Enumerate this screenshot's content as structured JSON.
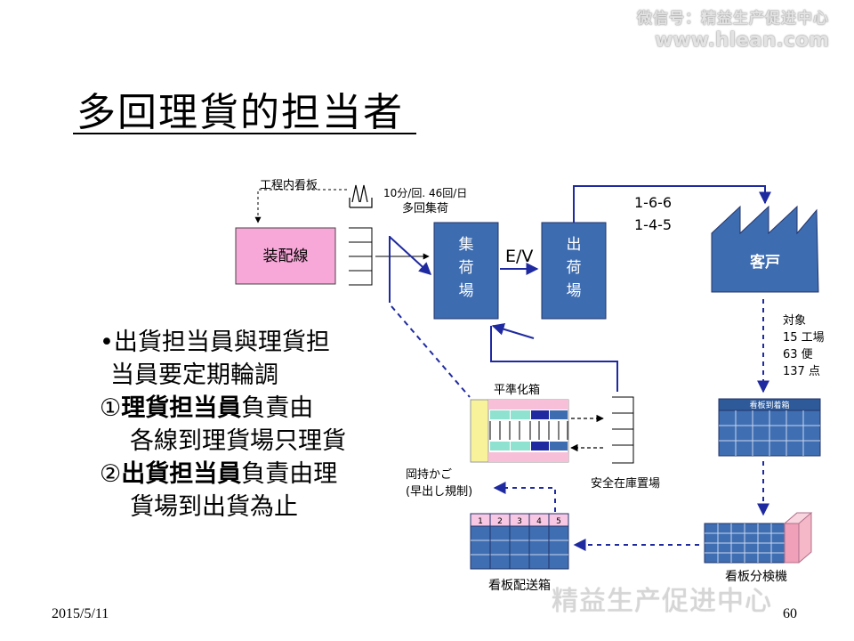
{
  "watermark": {
    "line1": "微信号：精益生产促进中心",
    "line2": "www.hlean.com",
    "bottom": "精益生产促进中心"
  },
  "title": "多回理貨的担当者",
  "bullets": {
    "b1_line1": "•出貨担当員與理貨担",
    "b1_line2": "当員要定期輪調",
    "b2_prefix": "①",
    "b2_bold": "理貨担当員",
    "b2_rest": "負責由",
    "b2_line2": "各線到理貨場只理貨",
    "b3_prefix": "②",
    "b3_bold": "出貨担当員",
    "b3_rest": "負責由理",
    "b3_line2": "貨場到出貨為止"
  },
  "diagram": {
    "kanban_in_process": "工程内看板",
    "assembly_line": "装配線",
    "frequency_line1": "10分/回.  46回/日",
    "frequency_line2": "多回集荷",
    "collection_area": [
      "集",
      "荷",
      "場"
    ],
    "ev_label": "E/V",
    "shipping_area": [
      "出",
      "荷",
      "場"
    ],
    "route_1": "1-6-6",
    "route_2": "1-4-5",
    "customer": "客戸",
    "target_label": "対象",
    "target_factories": "15 工場",
    "target_trips": "63 便",
    "target_points": "137 点",
    "kanban_arrival_box": "看板到着箱",
    "leveling_box": "平準化箱",
    "safety_stock": "安全在庫置場",
    "waiting_basket_1": "岡持かご",
    "waiting_basket_2": "(早出し規制)",
    "kanban_delivery_box": "看板配送箱",
    "delivery_slots": [
      "1",
      "2",
      "3",
      "4",
      "5"
    ],
    "kanban_sorter": "看板分検機"
  },
  "footer": {
    "date": "2015/5/11",
    "page": "60"
  },
  "colors": {
    "blue_box": "#3d6cb0",
    "navy_line": "#1f2aa0",
    "pink": "#f7a8d8",
    "grid_blue": "#3f6fb2"
  }
}
